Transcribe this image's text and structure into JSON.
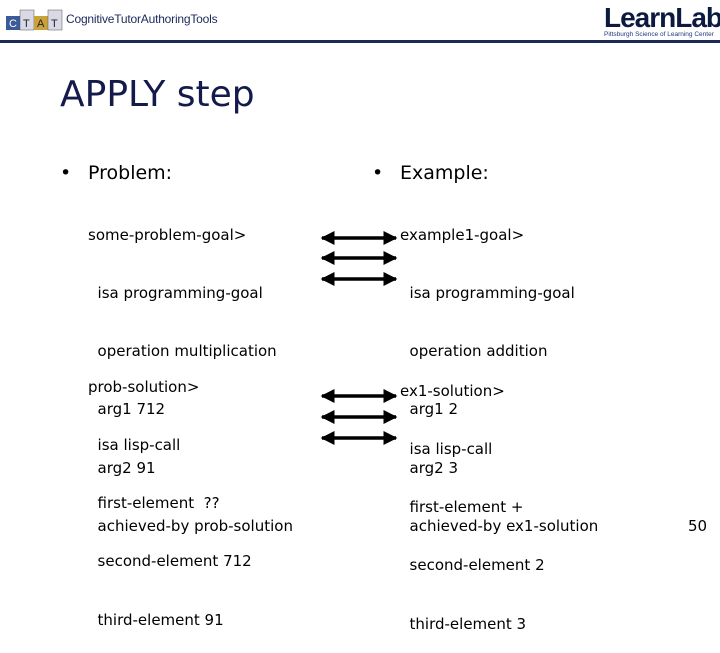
{
  "header": {
    "ctat_letters": [
      "C",
      "T",
      "A",
      "T"
    ],
    "ctat_name": "CognitiveTutorAuthoringTools",
    "learnlab_name": "LearnLab",
    "learnlab_tagline": "Pittsburgh Science of Learning Center"
  },
  "slide": {
    "title": "APPLY step",
    "page_number": "50"
  },
  "problem": {
    "heading": "Problem:",
    "goal_lines": [
      "some-problem-goal>",
      "  isa programming-goal",
      "  operation multiplication",
      "  arg1 712",
      "  arg2 91",
      "  achieved-by prob-solution"
    ],
    "solution_lines": [
      "prob-solution>",
      "  isa lisp-call",
      "  first-element  ??",
      "  second-element 712",
      "  third-element 91"
    ]
  },
  "example": {
    "heading": "Example:",
    "goal_lines": [
      "example1-goal>",
      "  isa programming-goal",
      "  operation addition",
      "  arg1 2",
      "  arg2 3",
      "  achieved-by ex1-solution"
    ],
    "solution_lines": [
      "ex1-solution>",
      "  isa lisp-call",
      "  first-element +",
      "  second-element 2",
      "  third-element 3"
    ]
  },
  "colors": {
    "title": "#141a4a",
    "header_rule": "#1d2a58",
    "arrow": "#000000"
  },
  "icons": {
    "bullet": "bullet-dot-icon",
    "arrow": "double-headed-arrow-icon"
  }
}
